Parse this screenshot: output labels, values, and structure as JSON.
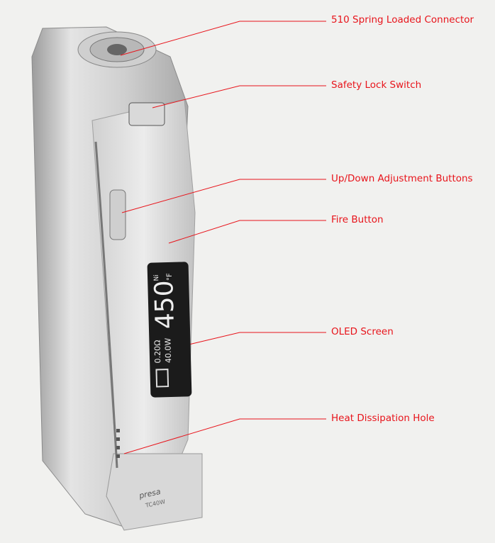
{
  "labels": [
    "510 Spring Loaded Connector",
    "Safety Lock Switch",
    "Up/Down Adjustment Buttons",
    "Fire Button",
    "OLED Screen",
    "Heat Dissipation Hole"
  ],
  "oled": {
    "resistance": "0.20Ω",
    "power": "40.0W",
    "temperature": "450",
    "material": "Ni",
    "unit": "°F"
  },
  "device": {
    "brand": "presa",
    "model": "TC40W"
  },
  "colors": {
    "callout": "#e8141b",
    "background": "#f1f1ef"
  }
}
